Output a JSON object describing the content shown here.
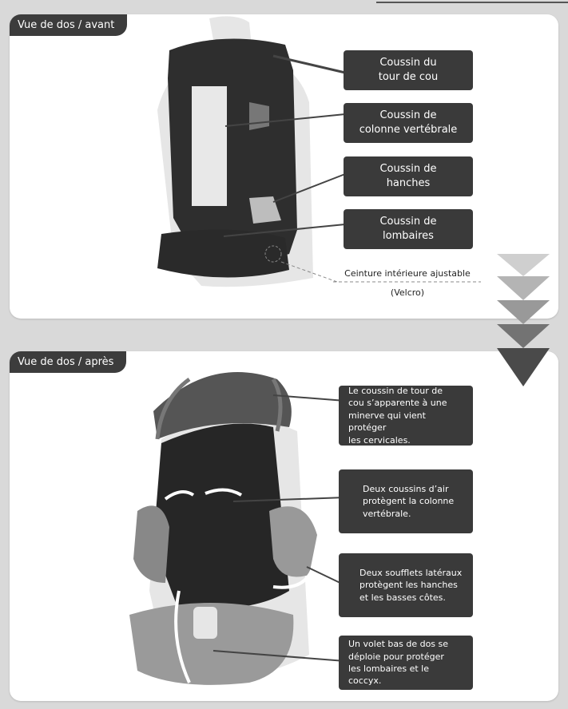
{
  "panels": {
    "top": {
      "title": "Vue de dos / avant",
      "labels": [
        {
          "line1": "Coussin du",
          "line2": "tour de cou"
        },
        {
          "line1": "Coussin de",
          "line2": "colonne vertébrale"
        },
        {
          "line1": "Coussin de",
          "line2": "hanches"
        },
        {
          "line1": "Coussin de",
          "line2": "lombaires"
        }
      ],
      "belt": {
        "line1": "Ceinture intérieure ajustable",
        "line2": "(Velcro)"
      }
    },
    "bottom": {
      "title": "Vue de dos / après",
      "notes": [
        [
          "Le coussin de tour de",
          "cou s’apparente à une",
          "minerve qui vient protéger",
          "les cervicales."
        ],
        [
          "Deux coussins d’air",
          "protègent la colonne",
          "vertébrale."
        ],
        [
          "Deux soufflets latéraux",
          "protègent les hanches",
          "et les basses côtes."
        ],
        [
          "Un volet bas de dos se",
          "déploie pour protéger",
          "les lombaires et le coccyx."
        ]
      ]
    }
  },
  "colors": {
    "box": "#3a3a3a",
    "chevrons": [
      "#cfcfcf",
      "#b4b4b4",
      "#999999",
      "#737373",
      "#4a4a4a"
    ]
  }
}
